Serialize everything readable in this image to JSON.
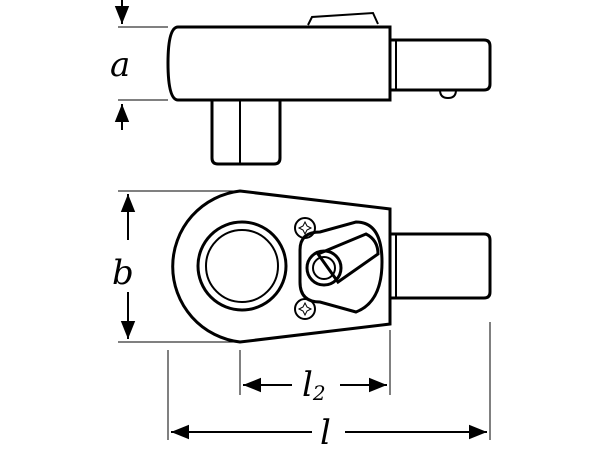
{
  "dimensions": {
    "a": "a",
    "b": "b",
    "l2_main": "l",
    "l2_sub": "2",
    "l": "l"
  },
  "colors": {
    "ink": "#000000",
    "background": "#ffffff"
  }
}
